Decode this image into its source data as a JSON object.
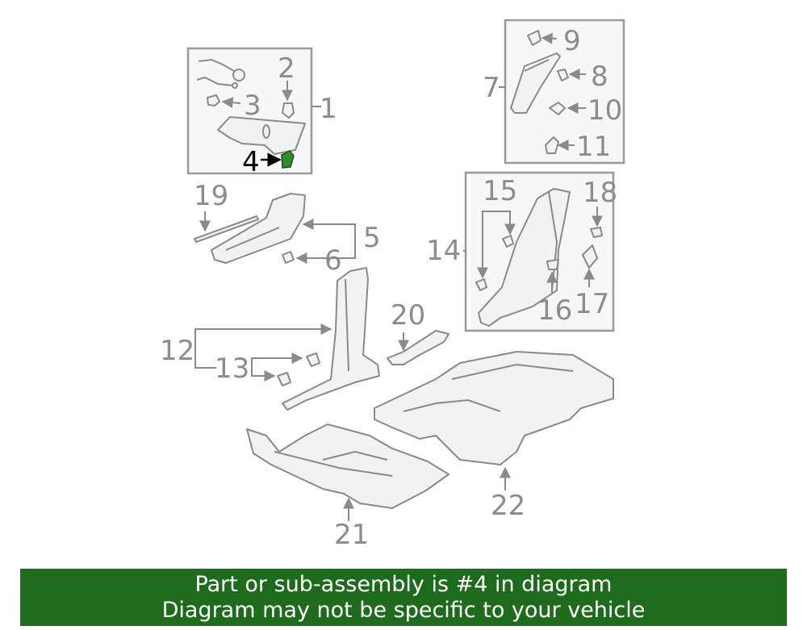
{
  "callouts": {
    "c1": "1",
    "c2": "2",
    "c3": "3",
    "c4": "4",
    "c5": "5",
    "c6": "6",
    "c7": "7",
    "c8": "8",
    "c9": "9",
    "c10": "10",
    "c11": "11",
    "c12": "12",
    "c13": "13",
    "c14": "14",
    "c15": "15",
    "c16": "16",
    "c17": "17",
    "c18": "18",
    "c19": "19",
    "c20": "20",
    "c21": "21",
    "c22": "22"
  },
  "highlighted_part": "4",
  "colors": {
    "highlight_part": "#2e8b2e",
    "banner_bg": "#1e6b1e",
    "callout_gray": "#8c8c8c"
  },
  "banner": {
    "line1": "Part or sub-assembly is #4 in diagram",
    "line2": "Diagram may not be specific to your vehicle"
  }
}
